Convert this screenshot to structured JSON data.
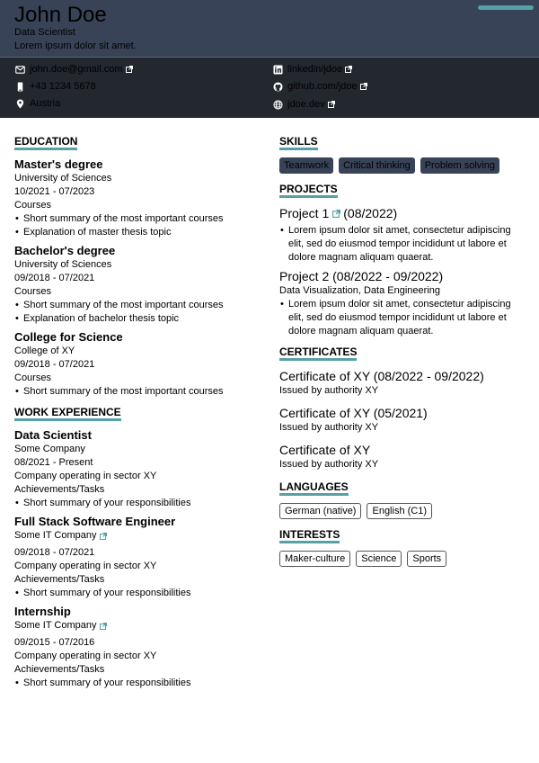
{
  "header": {
    "name": "John Doe",
    "title": "Data Scientist",
    "summary": "Lorem ipsum dolor sit amet."
  },
  "contact": {
    "email": "john.doe@gmail.com",
    "phone": "+43 1234 5678",
    "location": "Austria",
    "linkedin": "linkedin/jdoe",
    "github": "github.com/jdoe",
    "website": "jdoe.dev"
  },
  "education": {
    "heading": "EDUCATION",
    "entries": [
      {
        "degree": "Master's degree",
        "institution": "University of Sciences",
        "dates": "10/2021 - 07/2023",
        "label": "Courses",
        "bullets": [
          "Short summary of the most important courses",
          "Explanation of master thesis topic"
        ]
      },
      {
        "degree": "Bachelor's degree",
        "institution": "University of Sciences",
        "dates": "09/2018 - 07/2021",
        "label": "Courses",
        "bullets": [
          "Short summary of the most important courses",
          "Explanation of bachelor thesis topic"
        ]
      },
      {
        "degree": "College for Science",
        "institution": "College of XY",
        "dates": "09/2018 - 07/2021",
        "label": "Courses",
        "bullets": [
          "Short summary of the most important courses"
        ]
      }
    ]
  },
  "work": {
    "heading": "WORK EXPERIENCE",
    "entries": [
      {
        "role": "Data Scientist",
        "company": "Some Company",
        "dates": "08/2021 - Present",
        "description": "Company operating in sector XY",
        "label": "Achievements/Tasks",
        "bullets": [
          "Short summary of your responsibilities"
        ]
      },
      {
        "role": "Full Stack Software Engineer",
        "company": "Some IT Company",
        "dates": "09/2018 - 07/2021",
        "description": "Company operating in sector XY",
        "label": "Achievements/Tasks",
        "bullets": [
          "Short summary of your responsibilities"
        ]
      },
      {
        "role": "Internship",
        "company": "Some IT Company",
        "dates": "09/2015 - 07/2016",
        "description": "Company operating in sector XY",
        "label": "Achievements/Tasks",
        "bullets": [
          "Short summary of your responsibilities"
        ]
      }
    ]
  },
  "skills": {
    "heading": "SKILLS",
    "items": [
      "Teamwork",
      "Critical thinking",
      "Problem solving"
    ]
  },
  "projects": {
    "heading": "PROJECTS",
    "entries": [
      {
        "name": "Project 1",
        "date": "(08/2022)",
        "subtitle": "",
        "bullet": "Lorem ipsum dolor sit amet, consectetur adipiscing elit, sed do eiusmod tempor incididunt ut labore et dolore magnam aliquam quaerat."
      },
      {
        "name": "Project 2",
        "date": "(08/2022 - 09/2022)",
        "subtitle": "Data Visualization, Data Engineering",
        "bullet": "Lorem ipsum dolor sit amet, consectetur adipiscing elit, sed do eiusmod tempor incididunt ut labore et dolore magnam aliquam quaerat."
      }
    ]
  },
  "certificates": {
    "heading": "CERTIFICATES",
    "entries": [
      {
        "title": "Certificate of XY (08/2022 - 09/2022)",
        "issuer": "Issued by authority XY"
      },
      {
        "title": "Certificate of XY (05/2021)",
        "issuer": "Issued by authority XY"
      },
      {
        "title": "Certificate of XY",
        "issuer": "Issued by authority XY"
      }
    ]
  },
  "languages": {
    "heading": "LANGUAGES",
    "items": [
      "German (native)",
      "English (C1)"
    ]
  },
  "interests": {
    "heading": "INTERESTS",
    "items": [
      "Maker-culture",
      "Science",
      "Sports"
    ]
  },
  "colors": {
    "header_bg": "#384357",
    "contact_bg": "#23272e",
    "accent": "#56a0a6"
  }
}
